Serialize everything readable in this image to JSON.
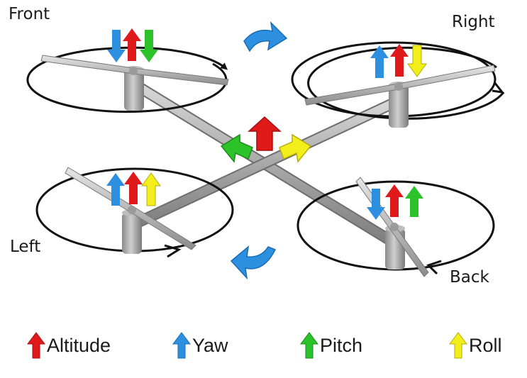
{
  "labels": {
    "front": "Front",
    "right": "Right",
    "left": "Left",
    "back": "Back"
  },
  "legend": [
    {
      "label": "Altitude",
      "color": "#e0191b",
      "icon": "red-up-arrow"
    },
    {
      "label": "Yaw",
      "color": "#2d8fe0",
      "icon": "blue-up-arrow"
    },
    {
      "label": "Pitch",
      "color": "#2cc22a",
      "icon": "green-up-arrow"
    },
    {
      "label": "Roll",
      "color": "#f2ee1a",
      "icon": "yellow-up-arrow"
    }
  ],
  "colors": {
    "altitude": "#e0191b",
    "yaw": "#2d8fe0",
    "pitch": "#2cc22a",
    "roll": "#f2ee1a",
    "frame": "#a8a8a8",
    "rotation_ring": "#111111"
  }
}
